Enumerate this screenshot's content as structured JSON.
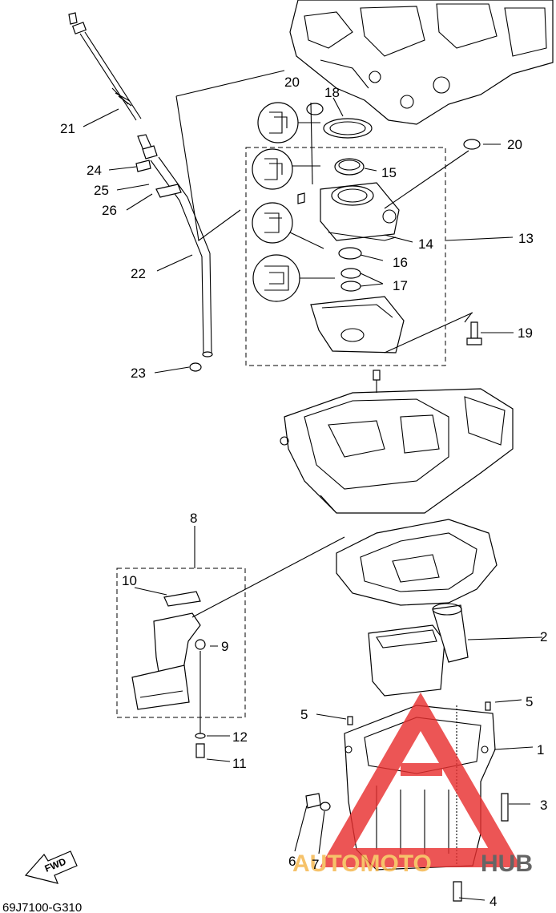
{
  "diagram": {
    "code": "69J7100-G310",
    "fwd_label": "FWD",
    "callouts": [
      "1",
      "2",
      "3",
      "4",
      "5",
      "5",
      "6",
      "7",
      "8",
      "9",
      "10",
      "11",
      "12",
      "13",
      "14",
      "15",
      "16",
      "17",
      "18",
      "19",
      "20",
      "20",
      "21",
      "22",
      "23",
      "24",
      "25",
      "26"
    ]
  },
  "watermark": {
    "word_a": "AUTOMOTO",
    "word_b": "HUB",
    "color_a": "#f5b54a",
    "color_b": "#444444",
    "triangle_color": "#e83030"
  }
}
